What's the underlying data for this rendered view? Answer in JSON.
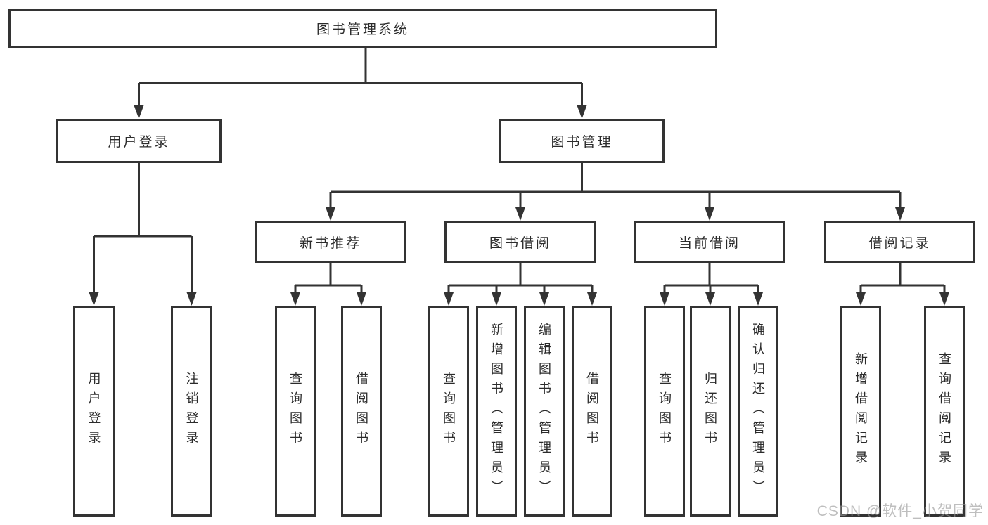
{
  "title_node": "图书管理系统",
  "level2": {
    "user": {
      "label": "用户登录",
      "children": [
        "用户登录",
        "注销登录"
      ]
    },
    "books": {
      "label": "图书管理"
    }
  },
  "level3": {
    "newbook": {
      "label": "新书推荐",
      "children": [
        "查询图书",
        "借阅图书"
      ]
    },
    "borrow": {
      "label": "图书借阅",
      "children": [
        "查询图书",
        "新增图书（管理员）",
        "编辑图书（管理员）",
        "借阅图书"
      ]
    },
    "current": {
      "label": "当前借阅",
      "children": [
        "查询图书",
        "归还图书",
        "确认归还（管理员）"
      ]
    },
    "records": {
      "label": "借阅记录",
      "children": [
        "新增借阅记录",
        "查询借阅记录"
      ]
    }
  },
  "watermark": "CSDN @软件_小贺同学",
  "colors": {
    "line": "#333333",
    "text": "#2b2b2b",
    "background": "#ffffff",
    "watermark": "#969696"
  }
}
